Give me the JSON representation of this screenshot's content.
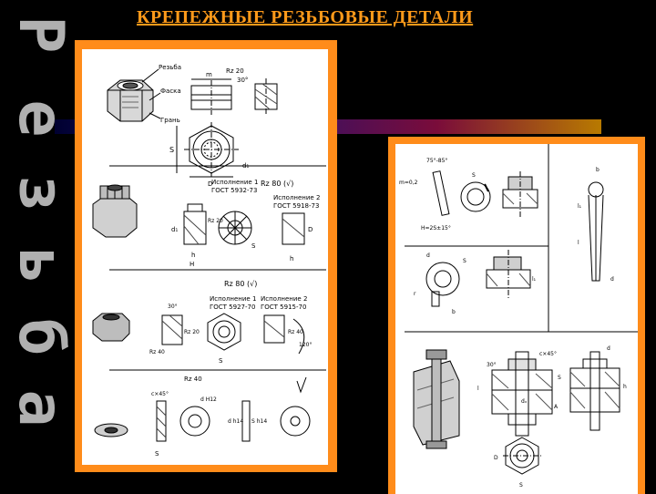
{
  "title": "КРЕПЕЖНЫЕ РЕЗЬБОВЫЕ ДЕТАЛИ",
  "vertical_word": "Резьба",
  "vertical_letters": [
    "Р",
    "е",
    "з",
    "ь",
    "б",
    "а"
  ],
  "colors": {
    "background": "#000000",
    "title": "#ff9a1a",
    "frame": "#ff8c1a",
    "vertical_word": "#b0b0b0"
  },
  "sheet1": {
    "nut_callouts": {
      "thread": "Резьба",
      "chamfer": "Фаска",
      "edge": "Грань"
    },
    "dims": {
      "s": "S",
      "d": "d",
      "d1": "d₁",
      "D": "D",
      "h": "h",
      "H": "H",
      "m": "m",
      "rz20": "Rz 20",
      "rz40": "Rz 40",
      "rz80": "Rz 80",
      "angle30": "30°",
      "angle120": "120°",
      "chamfer45": "c×45°",
      "dh12": "d H12",
      "dh14": "d h14",
      "sh14": "S h14"
    },
    "row2": {
      "version1": "Исполнение 1",
      "gost1": "ГОСТ 5932-73",
      "version2": "Исполнение 2",
      "gost2": "ГОСТ 5918-73",
      "roughness": "Rz 80 (√)"
    },
    "row3": {
      "version1": "Исполнение 1",
      "gost1": "ГОСТ 5927-70",
      "version2": "Исполнение 2",
      "gost2": "ГОСТ 5915-70",
      "roughness": "Rz 80 (√)"
    }
  },
  "sheet2": {
    "dims": {
      "angle": "75°-85°",
      "tol": "m=0,2",
      "hw": "H=2S±15°",
      "s": "S",
      "d": "d",
      "b": "b",
      "l": "l",
      "l1": "l₁",
      "r": "r",
      "h": "h",
      "c45": "c×45°",
      "angle30": "30°",
      "dx": "dₓ",
      "D": "D",
      "A": "A"
    }
  }
}
